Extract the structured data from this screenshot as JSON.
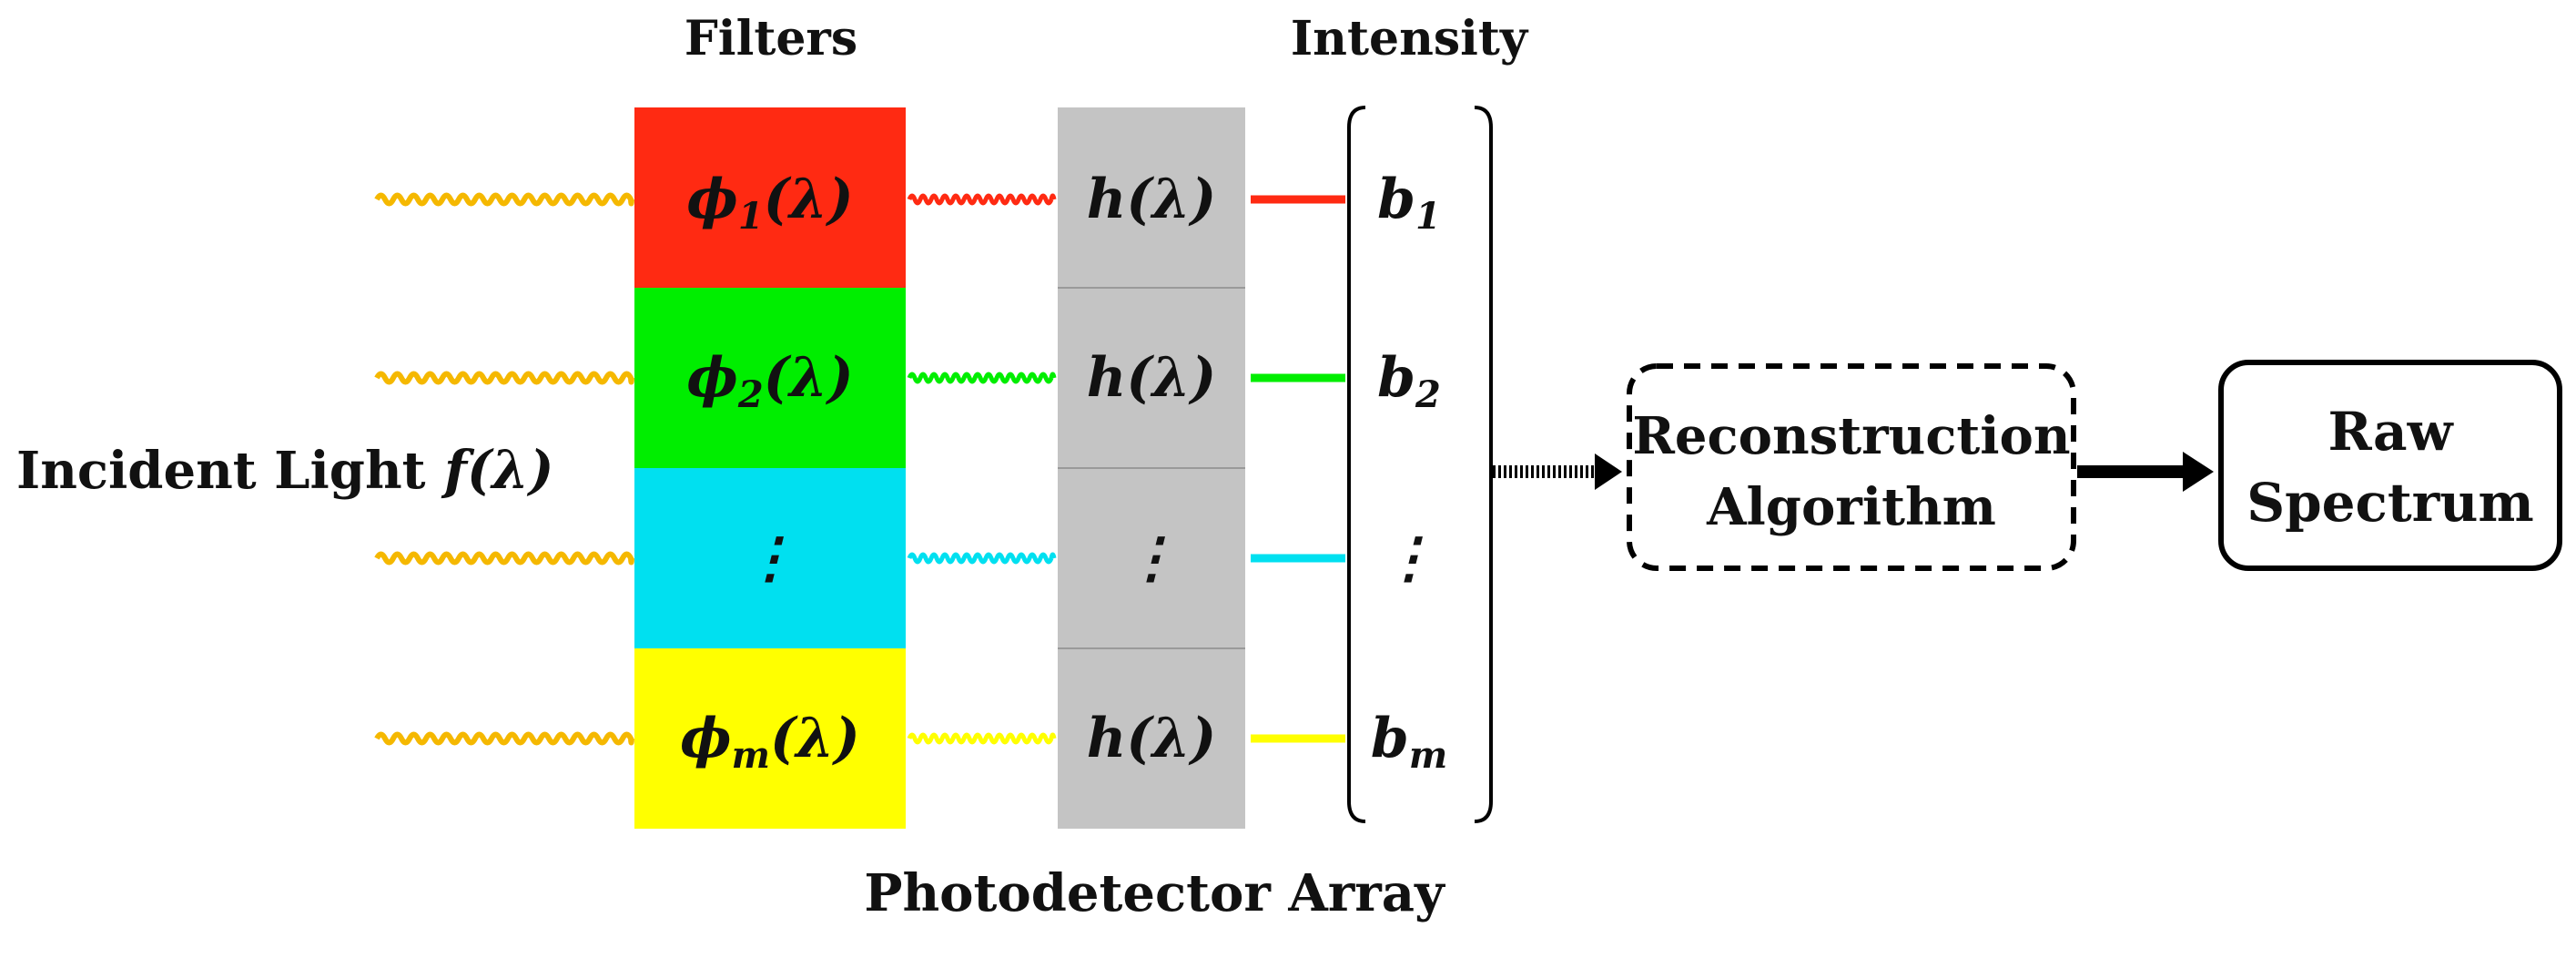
{
  "headings": {
    "filters": "Filters",
    "intensity": "Intensity",
    "photodetector_array": "Photodetector Array"
  },
  "incident_light": {
    "label": "Incident Light",
    "symbol": "f(λ)",
    "wave_color": "#F5B800"
  },
  "rows": [
    {
      "filter_base": "ϕ",
      "filter_sub": "1",
      "filter_arg": "(λ)",
      "filter_color": "#FF2A12",
      "detector": "h(λ)",
      "output_base": "b",
      "output_sub": "1",
      "signal_color": "#FF2A12"
    },
    {
      "filter_base": "ϕ",
      "filter_sub": "2",
      "filter_arg": "(λ)",
      "filter_color": "#00EE00",
      "detector": "h(λ)",
      "output_base": "b",
      "output_sub": "2",
      "signal_color": "#00EE00"
    },
    {
      "filter_base": "⋮",
      "filter_sub": "",
      "filter_arg": "",
      "filter_color": "#00E0F0",
      "detector": "⋮",
      "output_base": "⋮",
      "output_sub": "",
      "signal_color": "#00E0F0"
    },
    {
      "filter_base": "ϕ",
      "filter_sub": "m",
      "filter_arg": "(λ)",
      "filter_color": "#FFFF00",
      "detector": "h(λ)",
      "output_base": "b",
      "output_sub": "m",
      "signal_color": "#FFFF00"
    }
  ],
  "detector_color": "#C4C4C4",
  "reconstruction": {
    "line1": "Reconstruction",
    "line2": "Algorithm"
  },
  "output": {
    "line1": "Raw",
    "line2": "Spectrum"
  }
}
